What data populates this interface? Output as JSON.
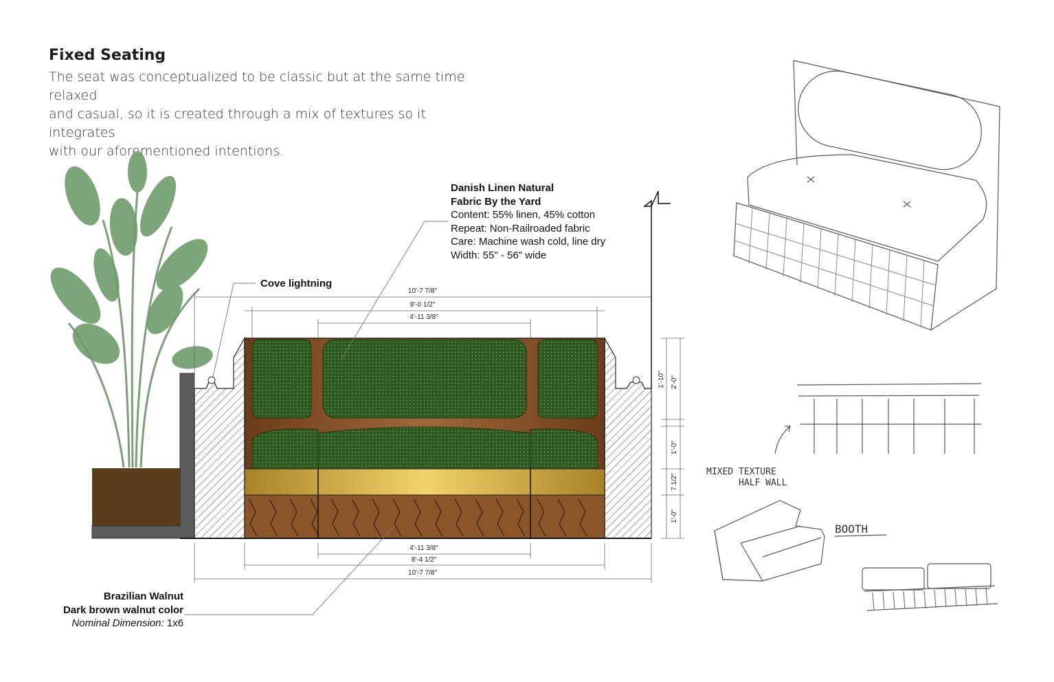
{
  "header": {
    "title": "Fixed Seating",
    "intro_line1": "The seat was conceptualized to be classic but at the same time relaxed",
    "intro_line2": "and casual, so it is created through a mix of textures so it integrates",
    "intro_line3": "with our aforementioned intentions."
  },
  "fabric_note": {
    "name_line1": "Danish Linen Natural",
    "name_line2": "Fabric By the Yard",
    "content": "Content: 55% linen, 45% cotton",
    "repeat": "Repeat: Non-Railroaded fabric",
    "care": "Care: Machine wash cold, line dry",
    "width": "Width: 55\" - 56\" wide"
  },
  "cove_note": {
    "label": "Cove lightning"
  },
  "wood_note": {
    "name_line1": "Brazilian Walnut",
    "name_line2": "Dark brown walnut color",
    "nominal_label": "Nominal Dimension:",
    "nominal_value": "1x6"
  },
  "dimensions": {
    "top_overall": "10'-7 7/8\"",
    "top_mid": "8'-0 1/2\"",
    "top_inner": "4'-11 3/8\"",
    "bottom_inner": "4'-11 3/8\"",
    "bottom_mid": "8'-4 1/2\"",
    "bottom_overall": "10'-7 7/8\"",
    "right_back": "1'-10\"",
    "right_back_total": "2'-0\"",
    "right_seat": "1'-0\"",
    "right_light": "7 1/2\"",
    "right_base": "1'-0\""
  },
  "sketch": {
    "mixed_line1": "MIXED TEXTURE",
    "mixed_line2": "HALF WALL",
    "booth": "BOOTH"
  },
  "colors": {
    "upholstery": "#2f5a1f",
    "walnut": "#7a4a24",
    "brass": "#c9a23a",
    "planter_soil": "#5a3e1c",
    "wall_gray": "#5b5b5b"
  }
}
